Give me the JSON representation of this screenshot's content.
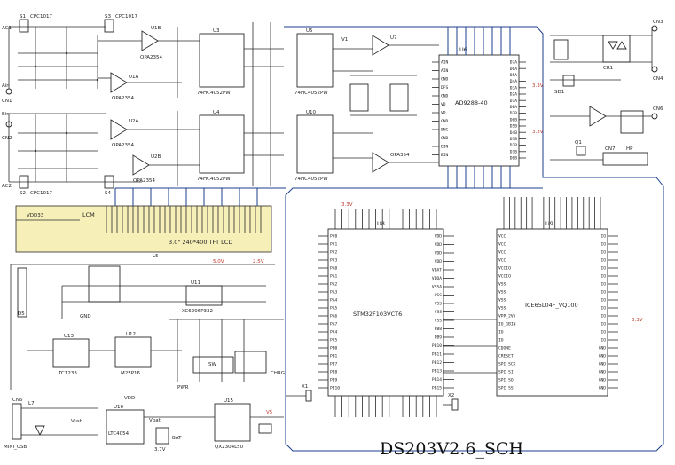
{
  "title": "DS203V2.6_SCH",
  "colors": {
    "wire": "#2a2a2a",
    "bus": "#1c3f8f",
    "power": "#c0392b",
    "lcd_fill": "#f6efb8"
  },
  "chips": {
    "u1a": {
      "ref": "U1A",
      "part": "OPA2354"
    },
    "u1b": {
      "ref": "U1B",
      "part": "OPA2354"
    },
    "u2a": {
      "ref": "U2A",
      "part": "OPA2354"
    },
    "u2b": {
      "ref": "U2B",
      "part": "OPA2354"
    },
    "u3": {
      "ref": "U3",
      "part": "74HC4052PW"
    },
    "u4": {
      "ref": "U4",
      "part": "74HC4052PW"
    },
    "u5": {
      "ref": "U5",
      "part": "74HC4052PW"
    },
    "u10": {
      "ref": "U10",
      "part": "74HC4052PW"
    },
    "u6": {
      "ref": "U6",
      "part": "AD9288-40"
    },
    "u7": {
      "ref": "U7",
      "part": "OPA354"
    },
    "u8": {
      "ref": "U8",
      "part": "STM32F103VCT6"
    },
    "u9": {
      "ref": "U9",
      "part": "ICE65L04F_VQ100"
    },
    "u11": {
      "ref": "U11",
      "part": "XC6206P332"
    },
    "u12": {
      "ref": "U12",
      "part": "M25P16"
    },
    "u13": {
      "ref": "U13",
      "part": "TC1233"
    },
    "u15": {
      "ref": "U15",
      "part": "QX2304L50"
    },
    "u16": {
      "ref": "U16",
      "part": "LTC4054"
    },
    "lcm": {
      "ref": "LCM",
      "part": "3.0\" 240*400 TFT LCD"
    }
  },
  "labels": {
    "s1": "S1",
    "s2": "S2",
    "s3": "S3",
    "s4": "S4",
    "cpc1017": "CPC1017",
    "ac1": "AC1",
    "ac2": "AC2",
    "ain": "Ain",
    "bin": "Bin",
    "cn1": "CN1",
    "cn2": "CN2",
    "cn3": "CN3",
    "cn4": "CN4",
    "cn6": "CN6",
    "cn7": "CN7",
    "v1": "V1",
    "v5": "V5",
    "vusb": "Vusb",
    "vbat": "Vbat",
    "vdd": "VDD",
    "pwr": "PWR",
    "sw": "SW",
    "chrg": "CHRG",
    "hp": "HP",
    "x1": "X1",
    "x2": "X2",
    "l5": "L5",
    "l7": "L7",
    "bat": "BAT",
    "v37": "3.7V",
    "mini_usb": "MINI_USB",
    "cr": "CR1",
    "sd": "SD1",
    "q1": "Q1",
    "d5": "D5",
    "v33": "3.3V",
    "v50": "5.0V",
    "v25": "2.5V",
    "cpc_left_top": "CPC1017",
    "cpc_left_bot": "CPC1017",
    "vdd33": "VDD33",
    "gnd": "GND"
  },
  "u8_left_pins": [
    "PC0",
    "PC1",
    "PC2",
    "PC3",
    "PA0",
    "PA1",
    "PA2",
    "PA3",
    "PA4",
    "PA5",
    "PA6",
    "PA7",
    "PC4",
    "PC5",
    "PB0",
    "PB1",
    "PE7",
    "PE8",
    "PE9",
    "PE10"
  ],
  "u8_right_pins": [
    "VDD",
    "VDD",
    "VDD",
    "VDD",
    "VBAT",
    "VDDA",
    "VSSA",
    "VSS",
    "VSS",
    "VSS",
    "VSS",
    "PB8",
    "PB9",
    "PB10",
    "PB11",
    "PB12",
    "PB13",
    "PB14",
    "PB15"
  ],
  "u9_left_pins": [
    "VCC",
    "VCC",
    "VCC",
    "VCC",
    "VCCIO",
    "VCCIO",
    "VSS",
    "VSS",
    "VSS",
    "VSS",
    "VPP_2V5",
    "IO_GBIN",
    "IO",
    "IO",
    "CDONE",
    "CRESET",
    "SPI_SCK",
    "SPI_SI",
    "SPI_SO",
    "SPI_SS"
  ],
  "u9_right_pins": [
    "IO",
    "IO",
    "IO",
    "IO",
    "IO",
    "IO",
    "IO",
    "IO",
    "IO",
    "IO",
    "IO",
    "IO",
    "IO",
    "IO",
    "GND",
    "GND",
    "GND",
    "GND",
    "GND",
    "GND"
  ],
  "u6_left_pins": [
    "AIN",
    "AIN",
    "GND",
    "DFS",
    "GND",
    "VD",
    "VD",
    "GND",
    "ENC",
    "GND",
    "BIN",
    "BIN"
  ],
  "u6_right_pins": [
    "D7A",
    "D6A",
    "D5A",
    "D4A",
    "D3A",
    "D2A",
    "D1A",
    "D0A",
    "D7B",
    "D6B",
    "D5B",
    "D4B",
    "D3B",
    "D2B",
    "D1B",
    "D0B"
  ]
}
